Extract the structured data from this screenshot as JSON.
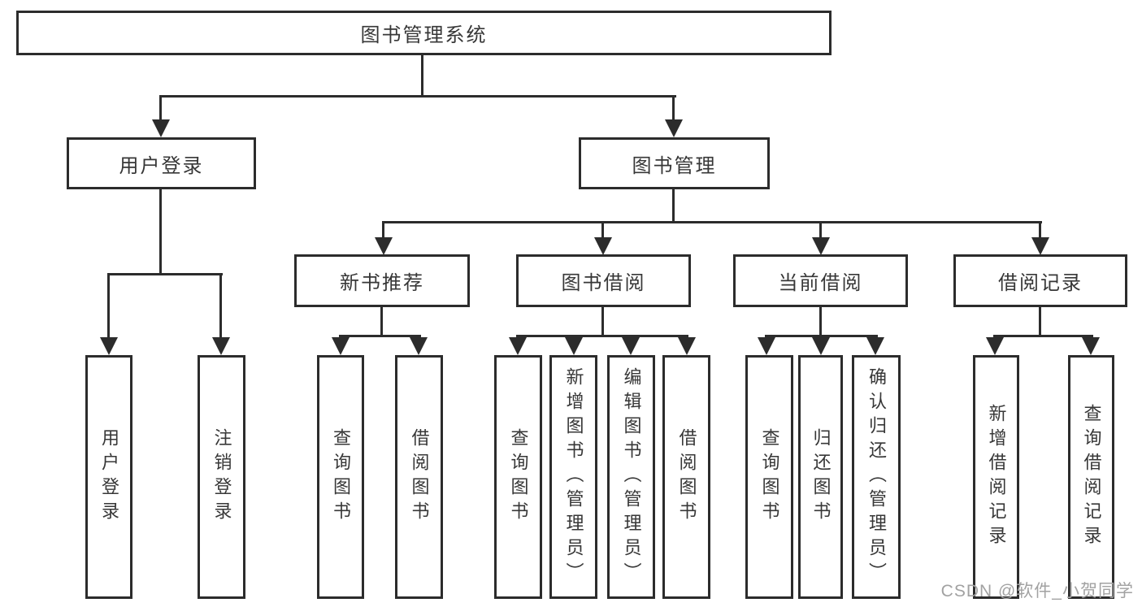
{
  "tree": {
    "root": {
      "label": "图书管理系统",
      "children": [
        {
          "label": "用户登录",
          "children": [
            {
              "label": "用户登录"
            },
            {
              "label": "注销登录"
            }
          ]
        },
        {
          "label": "图书管理",
          "children": [
            {
              "label": "新书推荐",
              "children": [
                {
                  "label": "查询图书"
                },
                {
                  "label": "借阅图书"
                }
              ]
            },
            {
              "label": "图书借阅",
              "children": [
                {
                  "label": "查询图书"
                },
                {
                  "label": "新增图书（管理员）"
                },
                {
                  "label": "编辑图书（管理员）"
                },
                {
                  "label": "借阅图书"
                }
              ]
            },
            {
              "label": "当前借阅",
              "children": [
                {
                  "label": "查询图书"
                },
                {
                  "label": "归还图书"
                },
                {
                  "label": "确认归还（管理员）"
                }
              ]
            },
            {
              "label": "借阅记录",
              "children": [
                {
                  "label": "新增借阅记录"
                },
                {
                  "label": "查询借阅记录"
                }
              ]
            }
          ]
        }
      ]
    }
  },
  "watermark": {
    "text": "CSDN @软件_小贺同学"
  },
  "colors": {
    "line": "#2c2c2c",
    "box_border": "#2c2c2c",
    "box_bg": "#ffffff",
    "text": "#373737",
    "watermark": "#a2a2a2"
  }
}
